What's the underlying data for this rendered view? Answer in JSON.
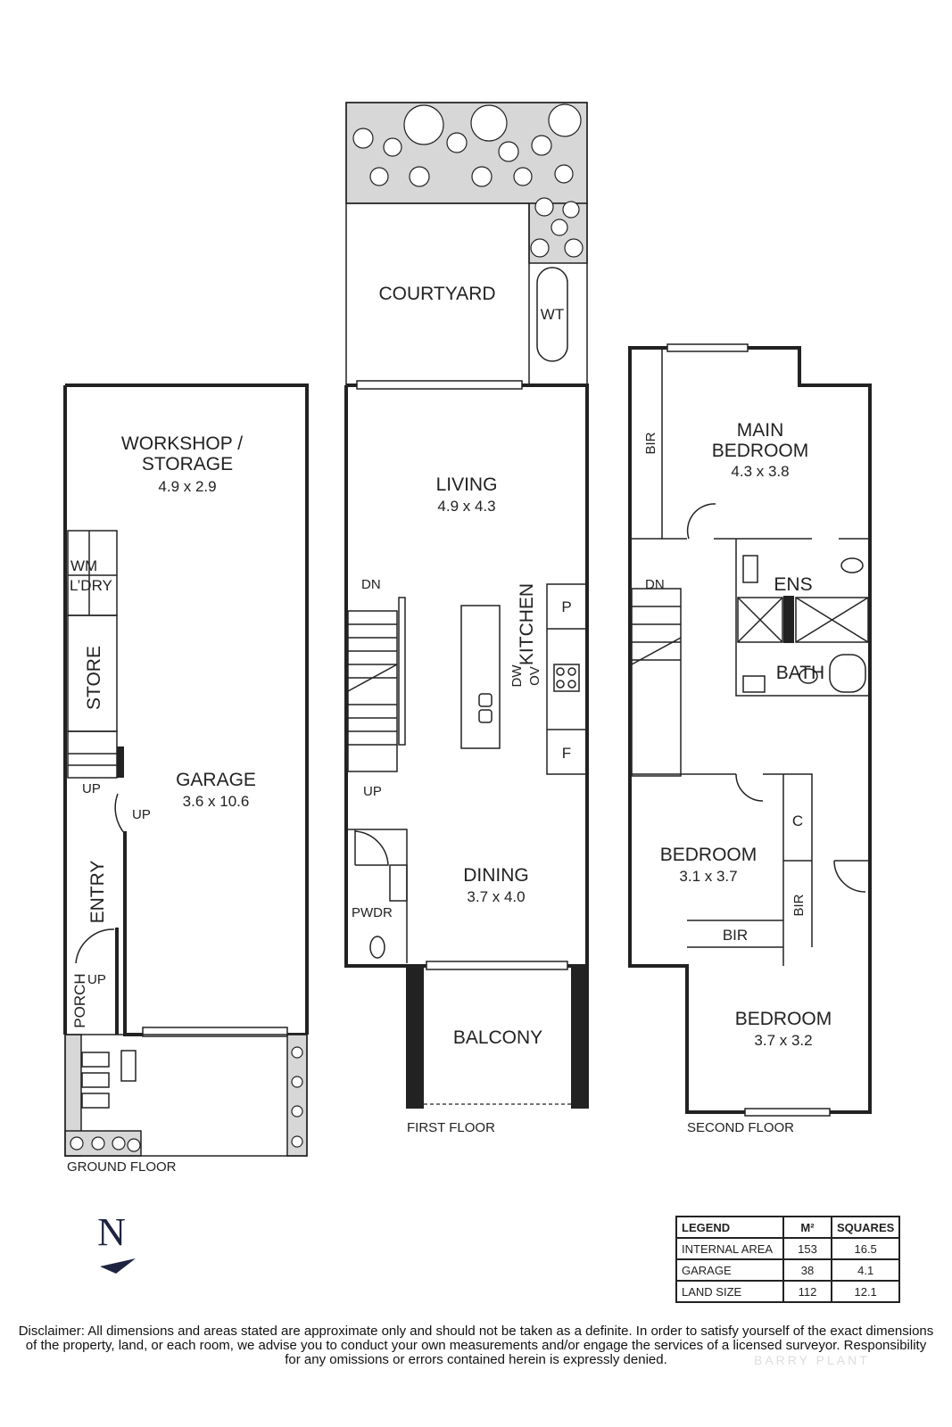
{
  "floors": {
    "ground": {
      "title": "GROUND FLOOR",
      "rooms": {
        "workshop": {
          "name_line1": "WORKSHOP /",
          "name_line2": "STORAGE",
          "dims": "4.9 x 2.9"
        },
        "laundry": {
          "wm": "WM",
          "name": "L’DRY"
        },
        "store": {
          "name": "STORE"
        },
        "garage": {
          "name": "GARAGE",
          "dims": "3.6 x 10.6"
        },
        "entry": {
          "name": "ENTRY"
        },
        "porch": {
          "name": "PORCH"
        }
      },
      "stairs": {
        "up1": "UP",
        "up2": "UP",
        "up3": "UP"
      }
    },
    "first": {
      "title": "FIRST FLOOR",
      "rooms": {
        "courtyard": {
          "name": "COURTYARD"
        },
        "wt": {
          "name": "WT"
        },
        "living": {
          "name": "LIVING",
          "dims": "4.9 x 4.3"
        },
        "kitchen": {
          "name": "KITCHEN",
          "ov": "OV",
          "dw": "DW",
          "pantry": "P",
          "fridge": "F"
        },
        "dining": {
          "name": "DINING",
          "dims": "3.7 x 4.0"
        },
        "powder": {
          "name": "PWDR"
        },
        "balcony": {
          "name": "BALCONY"
        }
      },
      "stairs": {
        "down": "DN",
        "up": "UP"
      }
    },
    "second": {
      "title": "SECOND FLOOR",
      "rooms": {
        "main_bedroom": {
          "name_line1": "MAIN",
          "name_line2": "BEDROOM",
          "dims": "4.3 x 3.8"
        },
        "bir_main": {
          "name": "BIR"
        },
        "ensuite": {
          "name": "ENS"
        },
        "bath": {
          "name": "BATH"
        },
        "bedroom2": {
          "name": "BEDROOM",
          "dims": "3.1 x 3.7"
        },
        "linen": {
          "name": "C"
        },
        "bir2": {
          "name": "BIR"
        },
        "bir3": {
          "name": "BIR"
        },
        "bedroom3": {
          "name": "BEDROOM",
          "dims": "3.7 x 3.2"
        }
      },
      "stairs": {
        "down": "DN"
      }
    }
  },
  "compass": {
    "label": "N"
  },
  "legend": {
    "headers": [
      "LEGEND",
      "M²",
      "SQUARES"
    ],
    "rows": [
      [
        "INTERNAL AREA",
        "153",
        "16.5"
      ],
      [
        "GARAGE",
        "38",
        "4.1"
      ],
      [
        "LAND SIZE",
        "112",
        "12.1"
      ]
    ]
  },
  "disclaimer": {
    "line1": "Disclaimer: All dimensions and areas stated are approximate only and should not be taken as a definite. In order to satisfy yourself of the exact dimensions",
    "line2": "of the property, land, or each room, we advise you to conduct your own measurements and/or engage the services of a licensed surveyor. Responsibility",
    "line3": "for any omissions or errors contained herein is expressly denied."
  },
  "watermark": "BARRY PLANT"
}
